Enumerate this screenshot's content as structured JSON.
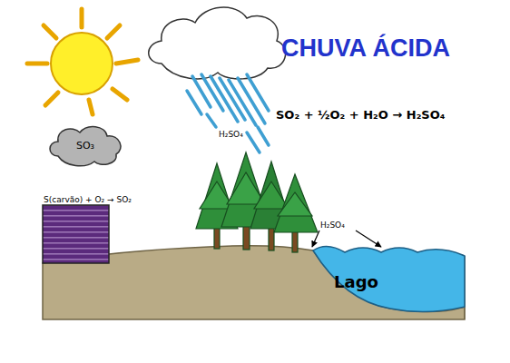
{
  "diagram": {
    "title": "CHUVA ÁCIDA",
    "nodes": [
      {
        "text": [
          "SO₃"
        ]
      },
      {
        "text": [
          "Lago"
        ]
      }
    ],
    "labels": [
      "SO₂ + ½O₂ + H₂O → H₂SO₄",
      "H₂SO₄",
      "S(carvão) + O₂ → SO₂",
      "H₂SO₄"
    ]
  }
}
